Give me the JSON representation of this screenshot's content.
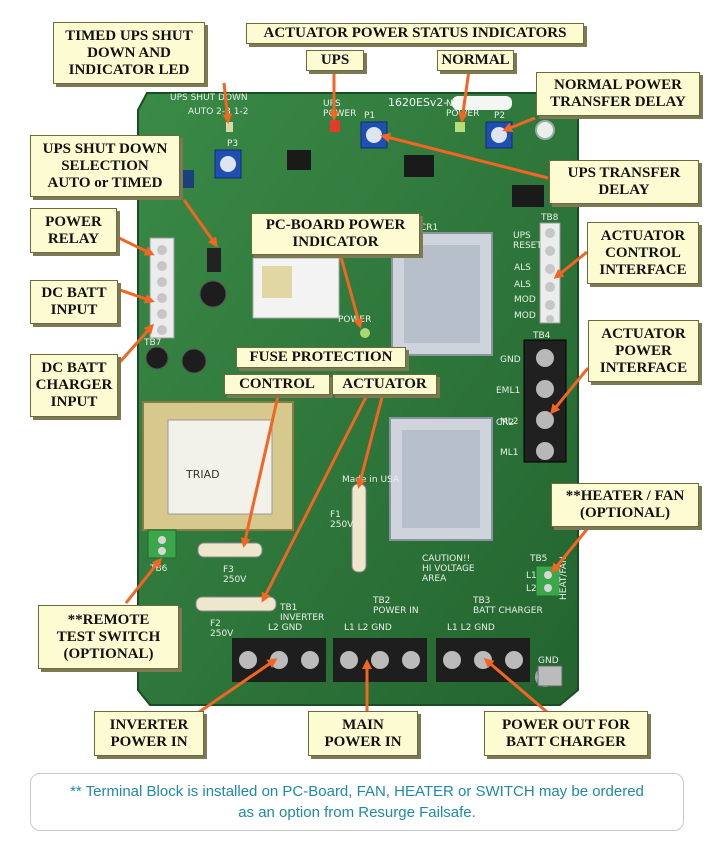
{
  "board": {
    "model": "1620ESv2-",
    "silk": {
      "ups_shut_down": "UPS SHUT DOWN",
      "ups_power": "UPS\nPOWER",
      "normal_power": "NORMAL\nPOWER",
      "auto_timed": "AUTO  2-3  1-2",
      "p1": "P1",
      "p2": "P2",
      "p3": "P3",
      "tb8": "TB8",
      "tb4": "TB4",
      "tb5": "TB5",
      "tb6": "TB6",
      "tb7": "TB7",
      "ups_reset": "UPS\nRESET",
      "als1": "ALS",
      "als2": "ALS",
      "mod1": "MOD",
      "mod2": "MOD",
      "gnd": "GND",
      "eml1": "EML1",
      "ml2": "ML2",
      "ml1": "ML1",
      "power": "POWER",
      "f1": "F1\n250V",
      "f2": "F2\n250V",
      "f3": "F3\n250V",
      "caution": "CAUTION!!\nHI VOLTAGE\nAREA",
      "made_in": "Made in USA",
      "tb1": "TB1\nINVERTER",
      "tb2": "TB2\nPOWER IN",
      "tb3": "TB3\nBATT CHARGER",
      "l2_gnd_1": "L2   GND",
      "l1_l2_gnd_2": "L1   L2   GND",
      "l1_l2_gnd_3": "L1   L2   GND",
      "gnd_bottom": "GND",
      "heat_fan": "HEAT/FAN",
      "l1": "L1",
      "l2": "L2",
      "triad": "TRIAD",
      "cr1": "CR1",
      "cr2": "CR2"
    }
  },
  "labels": {
    "timed_ups": "TIMED UPS SHUT\nDOWN AND\nINDICATOR LED",
    "actuator_power_status": "ACTUATOR POWER STATUS INDICATORS",
    "ups": "UPS",
    "normal": "NORMAL",
    "normal_power_transfer": "NORMAL POWER\nTRANSFER DELAY",
    "ups_shut_down_selection": "UPS SHUT DOWN\nSELECTION\nAUTO or TIMED",
    "pc_board_power": "PC-BOARD POWER\nINDICATOR",
    "ups_transfer_delay": "UPS TRANSFER\nDELAY",
    "power_relay": "POWER\nRELAY",
    "actuator_control_interface": "ACTUATOR\nCONTROL\nINTERFACE",
    "dc_batt_input": "DC BATT\nINPUT",
    "fuse_protection": "FUSE PROTECTION",
    "actuator_power_interface": "ACTUATOR\nPOWER\nINTERFACE",
    "dc_batt_charger_input": "DC BATT\nCHARGER\nINPUT",
    "control": "CONTROL",
    "actuator": "ACTUATOR",
    "heater_fan": "**HEATER / FAN\n(OPTIONAL)",
    "remote_test_switch": "**REMOTE\nTEST SWITCH\n(OPTIONAL)",
    "inverter_power_in": "INVERTER\nPOWER IN",
    "main_power_in": "MAIN\nPOWER IN",
    "power_out_batt_charger": "POWER OUT FOR\nBATT CHARGER"
  },
  "footnote": "** Terminal Block is installed on PC-Board, FAN, HEATER or SWITCH may be ordered as an option from Resurge Failsafe.",
  "colors": {
    "board": "#2f7d3e",
    "label_bg": "#fdfbd2",
    "arrow": "#f26522",
    "footnote_text": "#1e8aa8"
  }
}
